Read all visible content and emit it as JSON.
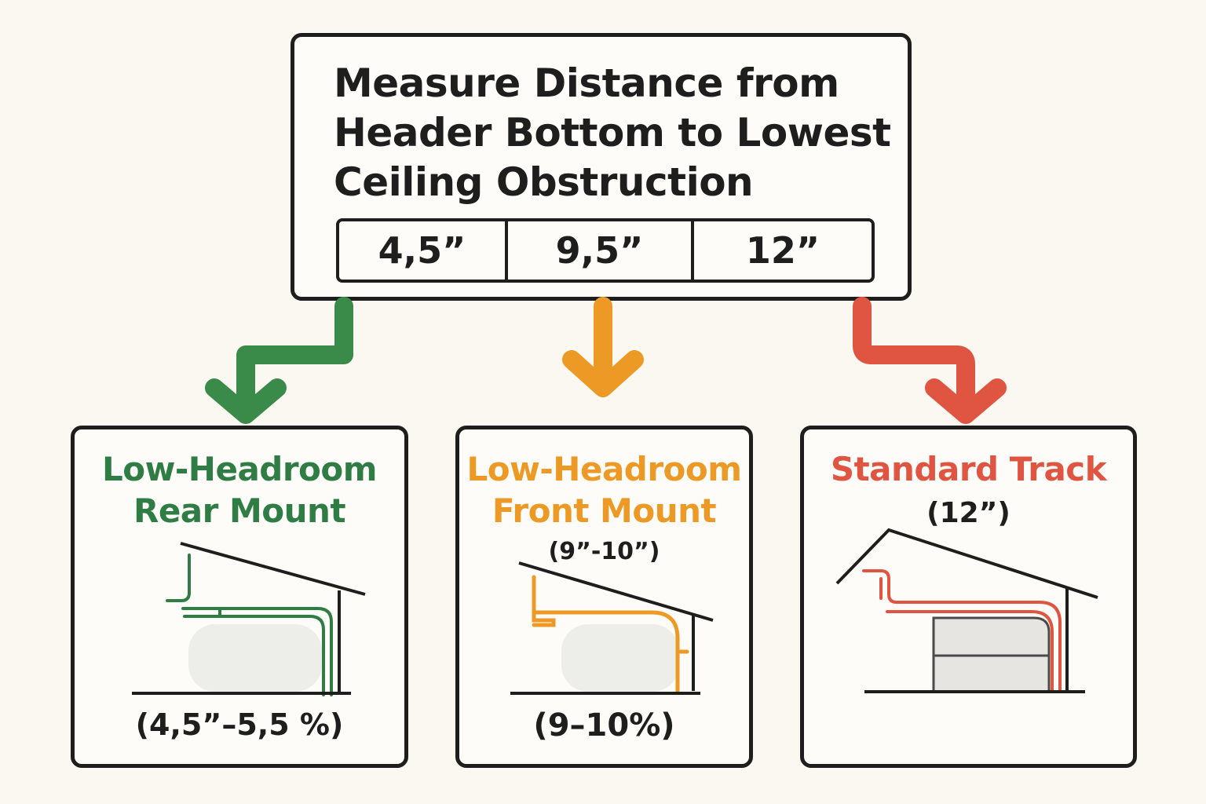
{
  "measure_box": {
    "title_lines": [
      "Measure  Distance from",
      "Header Bottom to Lowest",
      "Ceiling Obstruction"
    ],
    "values": [
      "4,5”",
      "9,5”",
      "12”"
    ]
  },
  "arrows": [
    {
      "color": "#3a8a4a"
    },
    {
      "color": "#ec9a25"
    },
    {
      "color": "#e05442"
    }
  ],
  "options": [
    {
      "title_lines": [
        "Low-Headroom",
        "Rear Mount"
      ],
      "subtitle": "",
      "range": "(4,5”–5,5 %)",
      "color": "#2f7d45",
      "icon": "rear-mount-track-icon"
    },
    {
      "title_lines": [
        "Low-Headroom",
        "Front Mount"
      ],
      "subtitle": "(9”-10”)",
      "range": "(9–10%)",
      "color": "#ec9a25",
      "icon": "front-mount-track-icon"
    },
    {
      "title_lines": [
        "Standard Track"
      ],
      "subtitle": "(12”)",
      "range": "",
      "color": "#e05442",
      "icon": "standard-track-icon"
    }
  ]
}
